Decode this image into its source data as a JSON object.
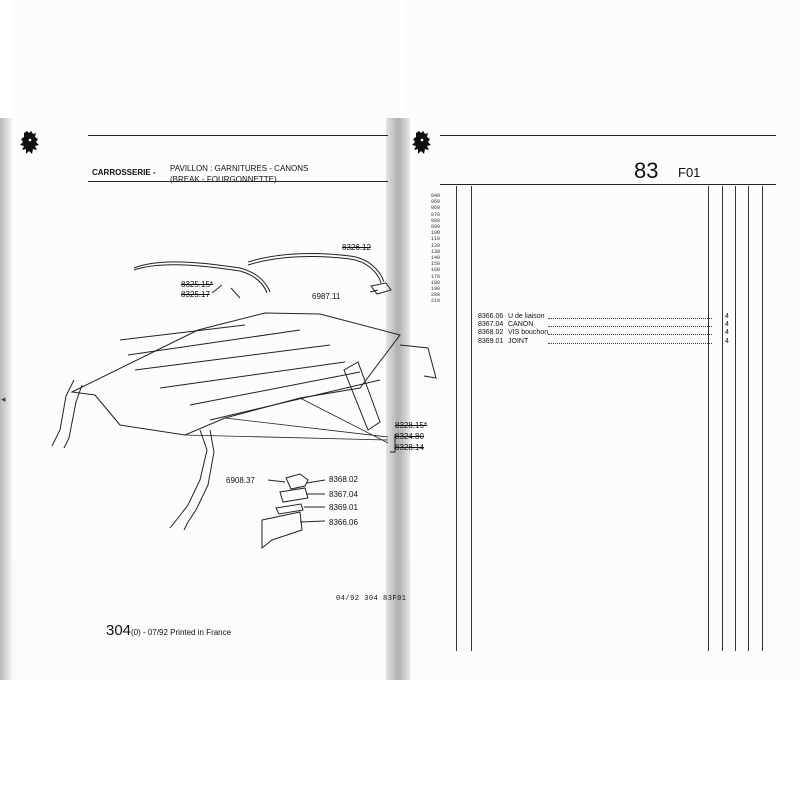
{
  "header": {
    "section_label": "CARROSSERIE -",
    "title_line1": "PAVILLON : GARNITURES - CANONS",
    "title_line2": "(BREAK - FOURGONNETTE)",
    "group_number": "83",
    "group_code": "F01"
  },
  "diagram": {
    "callouts": [
      "8326.12",
      "8325.15*",
      "8325.17",
      "6987.11",
      "8328.15*",
      "8324.80",
      "8328.14",
      "6908.37",
      "8368.02",
      "8367.04",
      "8369.01",
      "8366.06"
    ],
    "reference": "04/92  304  83F01"
  },
  "footer": {
    "page_number": "304",
    "suffix": "(0) - 07/92 Printed in France"
  },
  "row_codes": [
    "040",
    "050",
    "060",
    "070",
    "080",
    "090",
    "100",
    "110",
    "120",
    "130",
    "140",
    "150",
    "160",
    "170",
    "180",
    "190",
    "200",
    "210"
  ],
  "parts": [
    {
      "ref": "8366.06",
      "name": "U de liaison",
      "qty": "4"
    },
    {
      "ref": "8367.04",
      "name": "CANON",
      "qty": "4"
    },
    {
      "ref": "8368.02",
      "name": "VIS bouchon",
      "qty": "4"
    },
    {
      "ref": "8369.01",
      "name": "JOINT",
      "qty": "4"
    }
  ],
  "colors": {
    "ink": "#111111",
    "paper": "#fcfcfc",
    "gutter": "#b0b0b0"
  }
}
